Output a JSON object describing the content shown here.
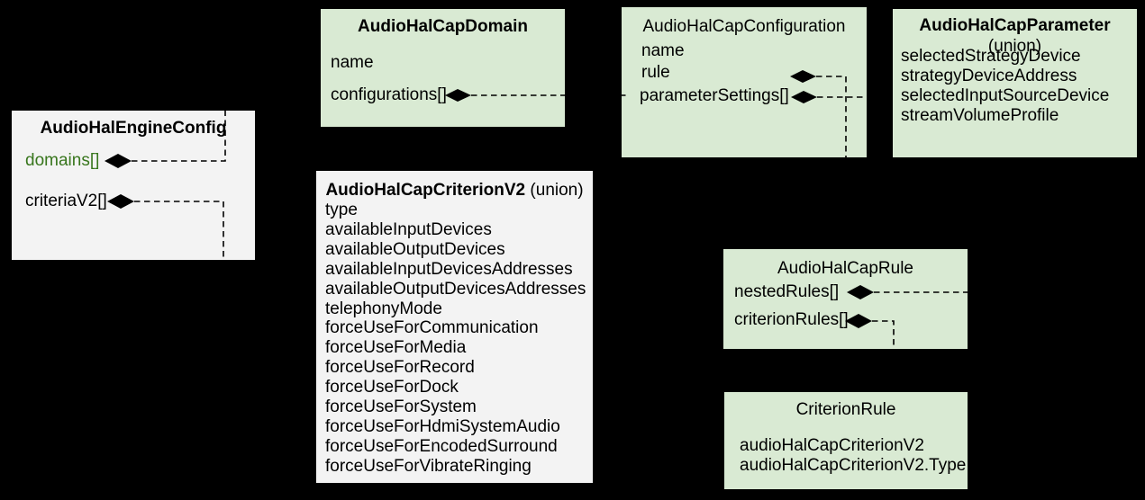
{
  "diagram": {
    "type": "uml-class-diagram",
    "background_color": "#000000",
    "colors": {
      "green_box_fill": "#d9ead3",
      "gray_box_fill": "#f3f3f3",
      "text": "#000000",
      "domains_field_text": "#38761d",
      "connector_line": "#000000",
      "diamond_fill": "#000000"
    }
  },
  "boxes": {
    "engine_config": {
      "title": "AudioHalEngineConfig",
      "fields": {
        "domains": "domains[]",
        "criteria": "criteriaV2[]"
      }
    },
    "cap_domain": {
      "title": "AudioHalCapDomain",
      "fields": {
        "name": "name",
        "configurations": "configurations[]"
      }
    },
    "cap_configuration": {
      "title": "AudioHalCapConfiguration",
      "fields": {
        "name": "name",
        "rule": "rule",
        "parameter_settings": "parameterSettings[]"
      }
    },
    "cap_parameter": {
      "title": "AudioHalCapParameter",
      "subtitle": "(union)",
      "fields": [
        "selectedStrategyDevice",
        "strategyDeviceAddress",
        "selectedInputSourceDevice",
        "streamVolumeProfile"
      ]
    },
    "cap_criterion_v2": {
      "title": "AudioHalCapCriterionV2",
      "title_suffix": " (union)",
      "fields": [
        "type",
        "availableInputDevices",
        "availableOutputDevices",
        "availableInputDevicesAddresses",
        "availableOutputDevicesAddresses",
        "telephonyMode",
        "forceUseForCommunication",
        "forceUseForMedia",
        "forceUseForRecord",
        "forceUseForDock",
        "forceUseForSystem",
        "forceUseForHdmiSystemAudio",
        "forceUseForEncodedSurround",
        "forceUseForVibrateRinging"
      ]
    },
    "cap_rule": {
      "title": "AudioHalCapRule",
      "fields": {
        "nested_rules": "nestedRules[]",
        "criterion_rules": "criterionRules[]"
      }
    },
    "criterion_rule": {
      "title": "CriterionRule",
      "fields": [
        "audioHalCapCriterionV2",
        "audioHalCapCriterionV2.Type"
      ]
    }
  },
  "relationships": [
    {
      "from": "AudioHalEngineConfig.domains[]",
      "to": "AudioHalCapDomain",
      "type": "composition"
    },
    {
      "from": "AudioHalEngineConfig.criteriaV2[]",
      "to": "AudioHalCapCriterionV2",
      "type": "composition"
    },
    {
      "from": "AudioHalCapDomain.configurations[]",
      "to": "AudioHalCapConfiguration",
      "type": "composition"
    },
    {
      "from": "AudioHalCapConfiguration.rule",
      "to": "AudioHalCapRule",
      "type": "composition"
    },
    {
      "from": "AudioHalCapConfiguration.parameterSettings[]",
      "to": "AudioHalCapParameter",
      "type": "composition"
    },
    {
      "from": "AudioHalCapRule.nestedRules[]",
      "to": "AudioHalCapRule",
      "type": "composition"
    },
    {
      "from": "AudioHalCapRule.criterionRules[]",
      "to": "CriterionRule",
      "type": "composition"
    }
  ]
}
